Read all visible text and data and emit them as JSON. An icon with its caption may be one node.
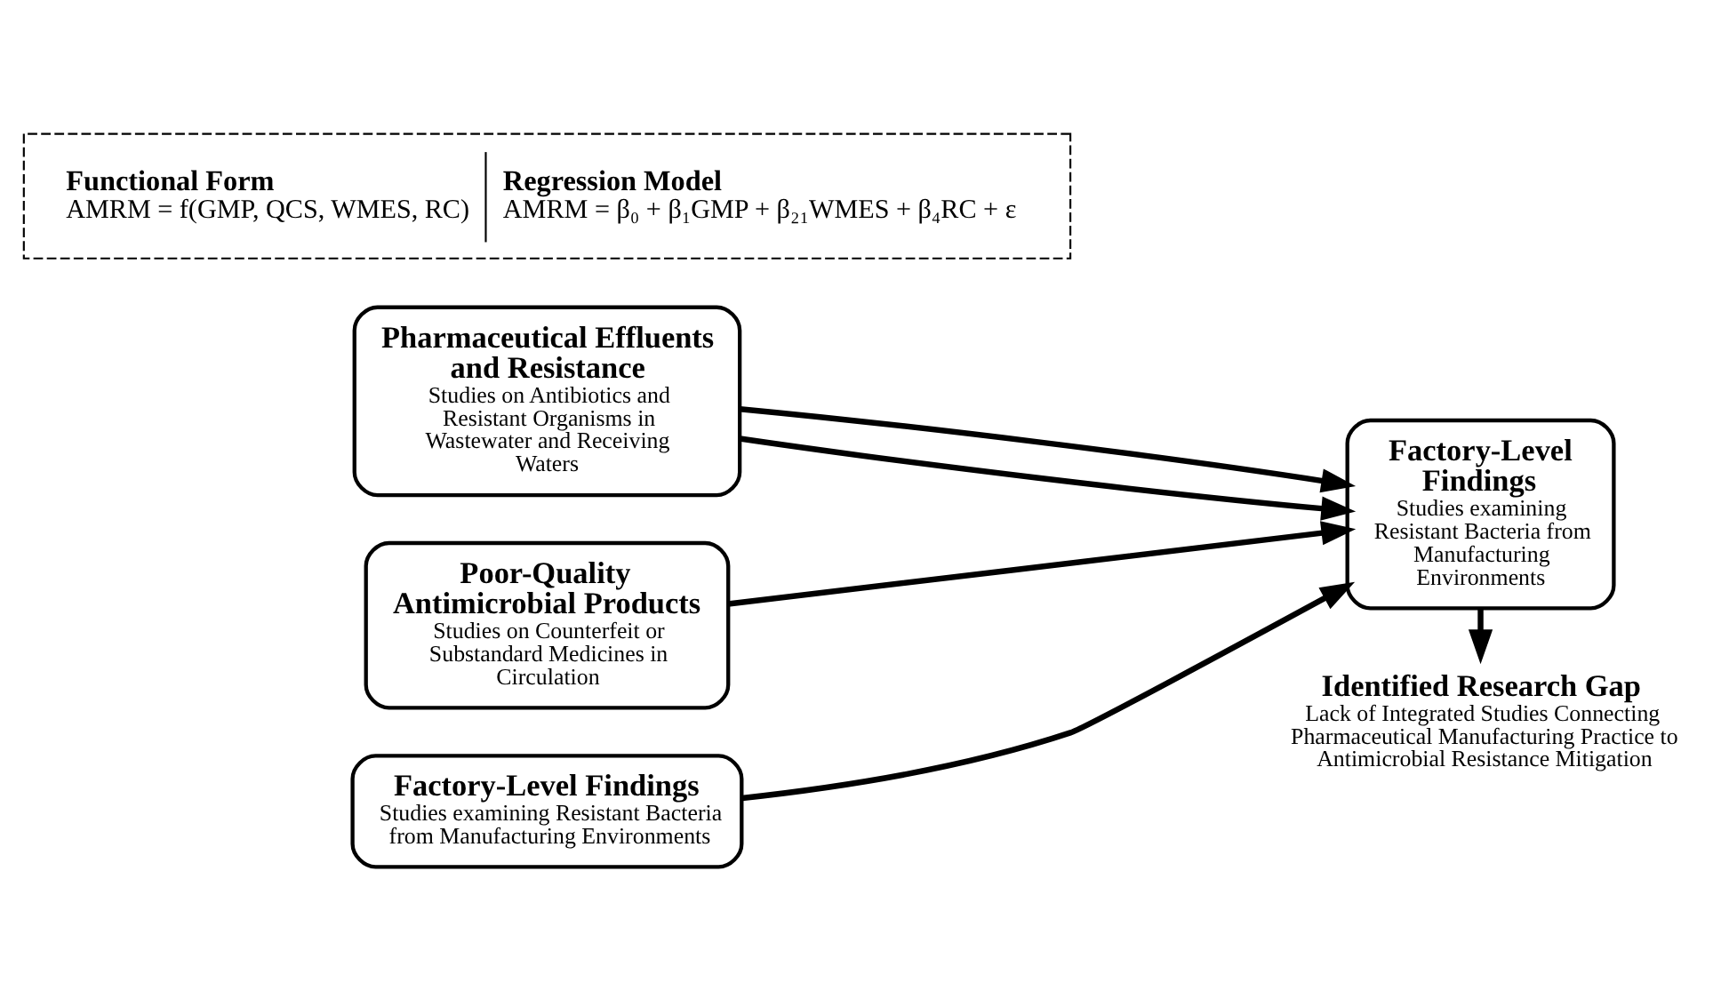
{
  "diagram": {
    "nodes": [
      {
        "text": [
          "Pharmaceutical Effluents and Resistance",
          "Studies on Antibiotics and Resistant Organisms in Wastewater and Receiving Waters"
        ]
      },
      {
        "text": [
          "Poor-Quality Antimicrobial Products",
          "Studies on Counterfeit or Substandard Medicines in Circulation"
        ]
      },
      {
        "text": [
          "Factory-Level Findings",
          "Studies examining Resistant Bacteria from Manufacturing Environments"
        ]
      },
      {
        "text": [
          "Factory-Level Findings",
          "Studies examining Resistant Bacteria from Manufacturing Environments"
        ]
      },
      {
        "text": [
          "Identified Research Gap",
          "Lack of Integrated Studies Connecting Pharmaceutical Manufacturing Practice to Antimicrobial Resistance Mitigation"
        ]
      },
      {
        "text": [
          "Functional Form",
          "AMRM = f(GMP, QCS, WMES, RC)",
          "Regression Model",
          "AMRM = β₀ + β₁GMP + β₂₁WMES + β₄RC + ε"
        ]
      }
    ],
    "edges": [
      {
        "from": 0,
        "to": 3,
        "arrow": "to"
      },
      {
        "from": 0,
        "to": 3,
        "arrow": "to"
      },
      {
        "from": 1,
        "to": 3,
        "arrow": "to"
      },
      {
        "from": 2,
        "to": 3,
        "arrow": "to"
      },
      {
        "from": 3,
        "to": 4,
        "arrow": "to"
      }
    ]
  }
}
